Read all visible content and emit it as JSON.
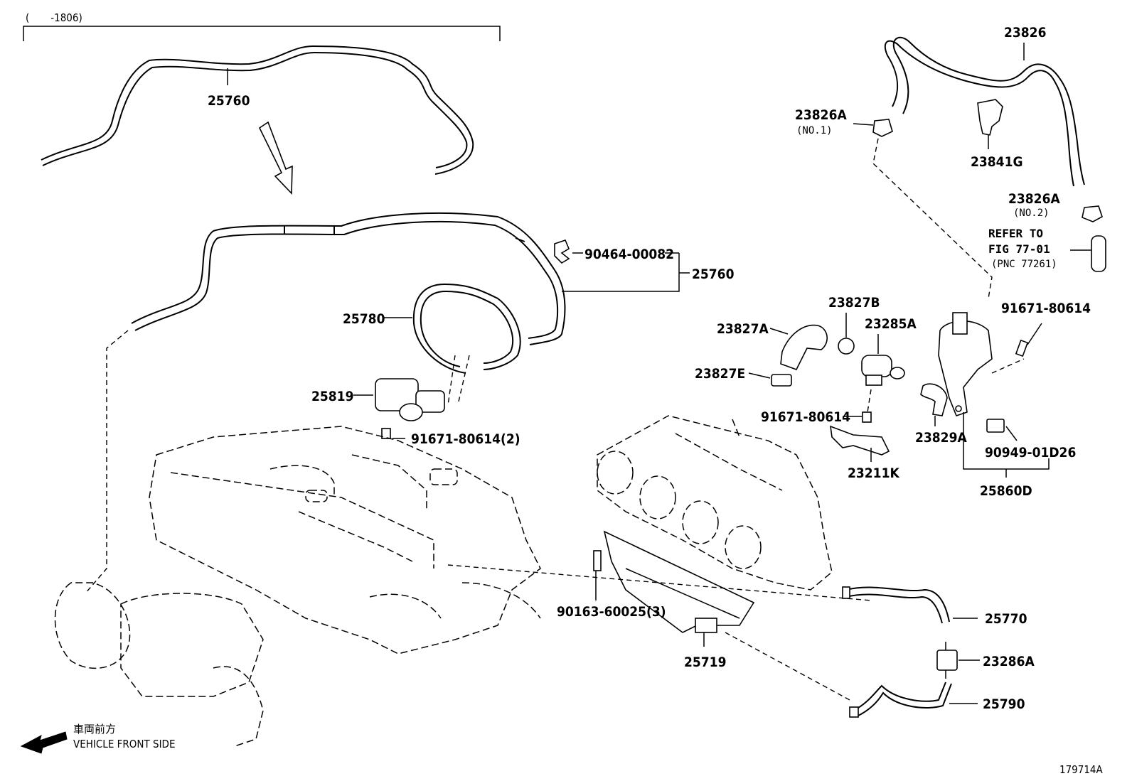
{
  "date_range": "(　　-1806)",
  "figure_id": "179714A",
  "front_side": {
    "label_jp": "車両前方",
    "label_en": "VEHICLE FRONT SIDE"
  },
  "refer": {
    "line1": "REFER TO",
    "line2": "FIG 77-01",
    "line3": "(PNC 77261)"
  },
  "parts": {
    "p25760_top": "25760",
    "p25760": "25760",
    "p90464": "90464-00082",
    "p25780": "25780",
    "p25819": "25819",
    "p91671_2": "91671-80614(2)",
    "p23826": "23826",
    "p23826a_1": "23826A",
    "p23826a_1_note": "(NO.1)",
    "p23841g": "23841G",
    "p23826a_2": "23826A",
    "p23826a_2_note": "(NO.2)",
    "p23827b": "23827B",
    "p23827a": "23827A",
    "p23285a": "23285A",
    "p23827e": "23827E",
    "p91671_a": "91671-80614",
    "p91671_b": "91671-80614",
    "p23211k": "23211K",
    "p23829a": "23829A",
    "p90949": "90949-01D26",
    "p25860d": "25860D",
    "p25770": "25770",
    "p23286a": "23286A",
    "p25790": "25790",
    "p25719": "25719",
    "p90163": "90163-60025(3)"
  }
}
